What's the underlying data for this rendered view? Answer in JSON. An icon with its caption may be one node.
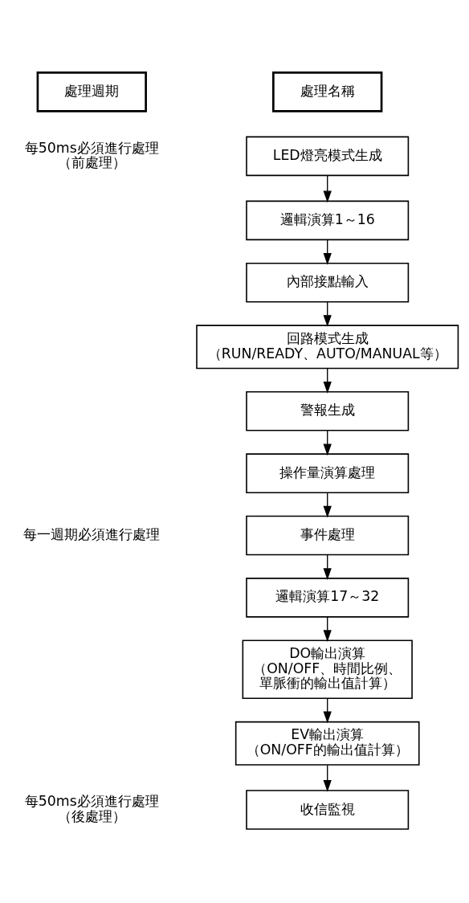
{
  "diagram": {
    "nodes": [
      {
        "text": [
          "處理週期"
        ]
      },
      {
        "text": [
          "處理名稱"
        ]
      },
      {
        "text": [
          "LED燈亮模式生成"
        ]
      },
      {
        "text": [
          "邏輯演算1～16"
        ]
      },
      {
        "text": [
          "內部接點輸入"
        ]
      },
      {
        "text": [
          "回路模式生成（RUN/READY、AUTO/MANUAL等）"
        ]
      },
      {
        "text": [
          "警報生成"
        ]
      },
      {
        "text": [
          "操作量演算處理"
        ]
      },
      {
        "text": [
          "事件處理"
        ]
      },
      {
        "text": [
          "邏輯演算17～32"
        ]
      },
      {
        "text": [
          "DO輸出演算（ON/OFF、時間比例、單脈衝的輸出值計算）"
        ]
      },
      {
        "text": [
          "EV輸出演算（ON/OFF的輸出值計算）"
        ]
      },
      {
        "text": [
          "收信監視"
        ]
      }
    ],
    "edges": [
      {
        "from": 2,
        "to": 3,
        "arrow": "to"
      },
      {
        "from": 3,
        "to": 4,
        "arrow": "to"
      },
      {
        "from": 4,
        "to": 5,
        "arrow": "to"
      },
      {
        "from": 5,
        "to": 6,
        "arrow": "to"
      },
      {
        "from": 6,
        "to": 7,
        "arrow": "to"
      },
      {
        "from": 7,
        "to": 8,
        "arrow": "to"
      },
      {
        "from": 8,
        "to": 9,
        "arrow": "to"
      },
      {
        "from": 9,
        "to": 10,
        "arrow": "to"
      },
      {
        "from": 10,
        "to": 11,
        "arrow": "to"
      },
      {
        "from": 11,
        "to": 12,
        "arrow": "to"
      }
    ],
    "labels": [
      "每50ms必須進行處理（前處理）",
      "每一週期必須進行處理",
      "每50ms必須進行處理（後處理）"
    ]
  }
}
